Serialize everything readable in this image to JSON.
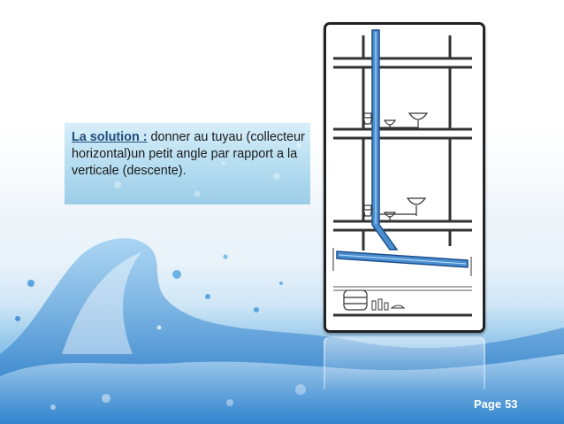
{
  "slide": {
    "text_lead": "La solution :",
    "text_body": " donner au tuyau (collecteur horizontal)un petit angle par rapport  a la verticale (descente).",
    "page_label": "Page",
    "page_number": "53"
  },
  "colors": {
    "accent_blue": "#2e86cf",
    "pipe_blue": "#4a8fd0",
    "lead_text": "#1f4e79"
  },
  "illustration": {
    "subject": "building-drainage-diagram",
    "icons": [
      "toilet-icon",
      "sink-icon",
      "barrel-icon",
      "bottle-icon"
    ]
  }
}
